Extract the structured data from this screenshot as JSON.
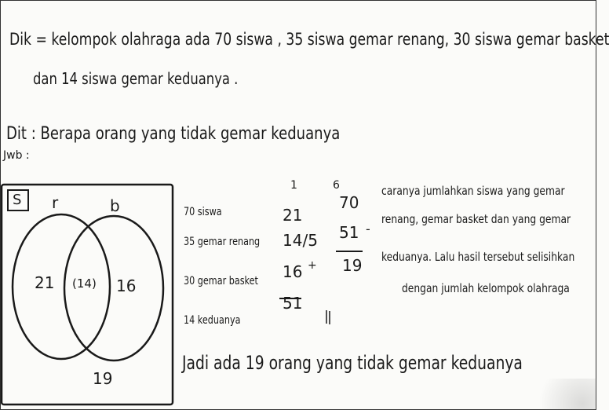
{
  "dik": {
    "line1": "Dik = kelompok olahraga ada 70 siswa , 35 siswa gemar renang, 30 siswa gemar basket",
    "line2": "dan 14 siswa gemar keduanya ."
  },
  "dit": "Dit : Berapa orang yang tidak gemar keduanya",
  "jwb": "Jwb :",
  "venn": {
    "universe": "S",
    "set_left": "r",
    "set_right": "b",
    "only_left": "21",
    "intersection": "(14)",
    "only_right": "16",
    "outside": "19"
  },
  "given": [
    "70 siswa",
    "35 gemar renang",
    "30 gemar basket",
    "14 keduanya"
  ],
  "calc_add": {
    "carry": "1",
    "r1": "21",
    "r2": "14/5",
    "r3": "16",
    "plus": "+",
    "result": "51"
  },
  "calc_sub": {
    "top": "6",
    "r1": "70",
    "r2": "51",
    "minus": "-",
    "result": "19"
  },
  "explanation": [
    "caranya jumlahkan siswa yang gemar",
    "renang, gemar basket dan yang gemar",
    "keduanya. Lalu hasil tersebut selisihkan",
    "dengan jumlah kelompok olahraga"
  ],
  "conclusion": "Jadi ada 19 orang yang tidak gemar keduanya"
}
